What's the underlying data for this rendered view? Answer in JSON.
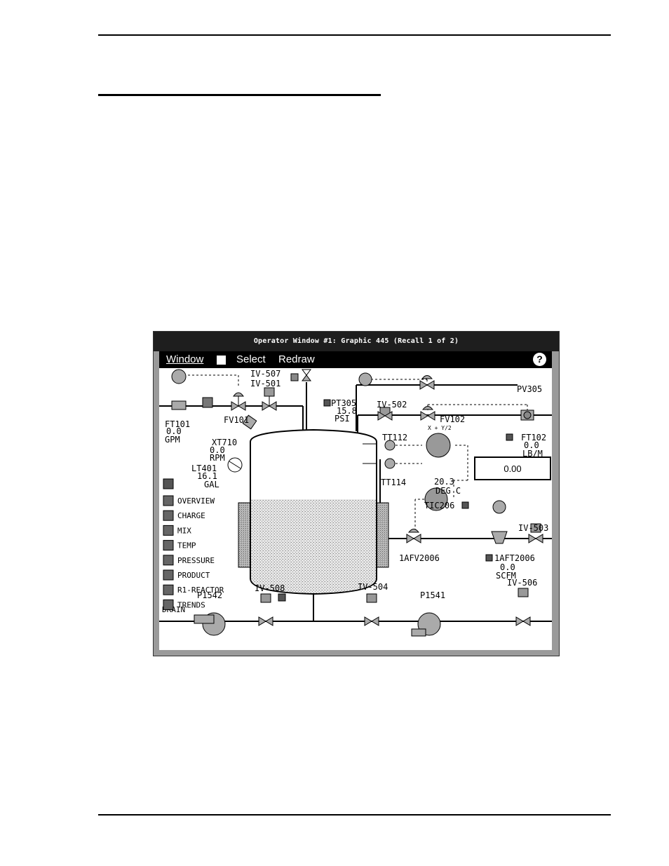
{
  "window": {
    "title": "Operator Window #1: Graphic 445 (Recall 1 of 2)",
    "menu": {
      "window": "Window",
      "select": "Select",
      "redraw": "Redraw"
    },
    "help_glyph": "?"
  },
  "tags": {
    "iv507": "IV-507",
    "iv501": "IV-501",
    "pt305": "PT305",
    "pt305_value": "15.8",
    "pt305_unit": "PSI",
    "pv305": "PV305",
    "iv502": "IV-502",
    "fv102": "FV102",
    "ft102": "FT102",
    "ft102_value": "0.0",
    "ft102_unit": "LB/M",
    "ft101": "FT101",
    "ft101_value": "0.0",
    "ft101_unit": "GPM",
    "fv101": "FV101",
    "xt710": "XT710",
    "xt710_value": "0.0",
    "xt710_unit": "RPM",
    "lt401": "LT401",
    "lt401_value": "16.1",
    "lt401_unit": "GAL",
    "tt112": "TT112",
    "tt114": "TT114",
    "calc": "X + Y/2",
    "temp_value": "20.3",
    "temp_unit": "DEG C",
    "display_value": "0.00",
    "tic206": "TIC206",
    "iv503": "IV-503",
    "afv2006": "1AFV2006",
    "aft2006": "1AFT2006",
    "aft2006_value": "0.0",
    "aft2006_unit": "SCFM",
    "iv508": "IV-508",
    "iv504": "IV-504",
    "iv506": "IV-506",
    "p1542": "P1542",
    "p1541": "P1541",
    "drain": "DRAIN"
  },
  "nav": [
    "OVERVIEW",
    "CHARGE",
    "MIX",
    "TEMP",
    "PRESSURE",
    "PRODUCT",
    "R1-REACTOR",
    "TRENDS"
  ],
  "tank_level_fraction": 0.62,
  "colors": {
    "titlebar": "#1e1e1e",
    "frame": "#9a9a9a",
    "fill": "#cfcfcf"
  }
}
